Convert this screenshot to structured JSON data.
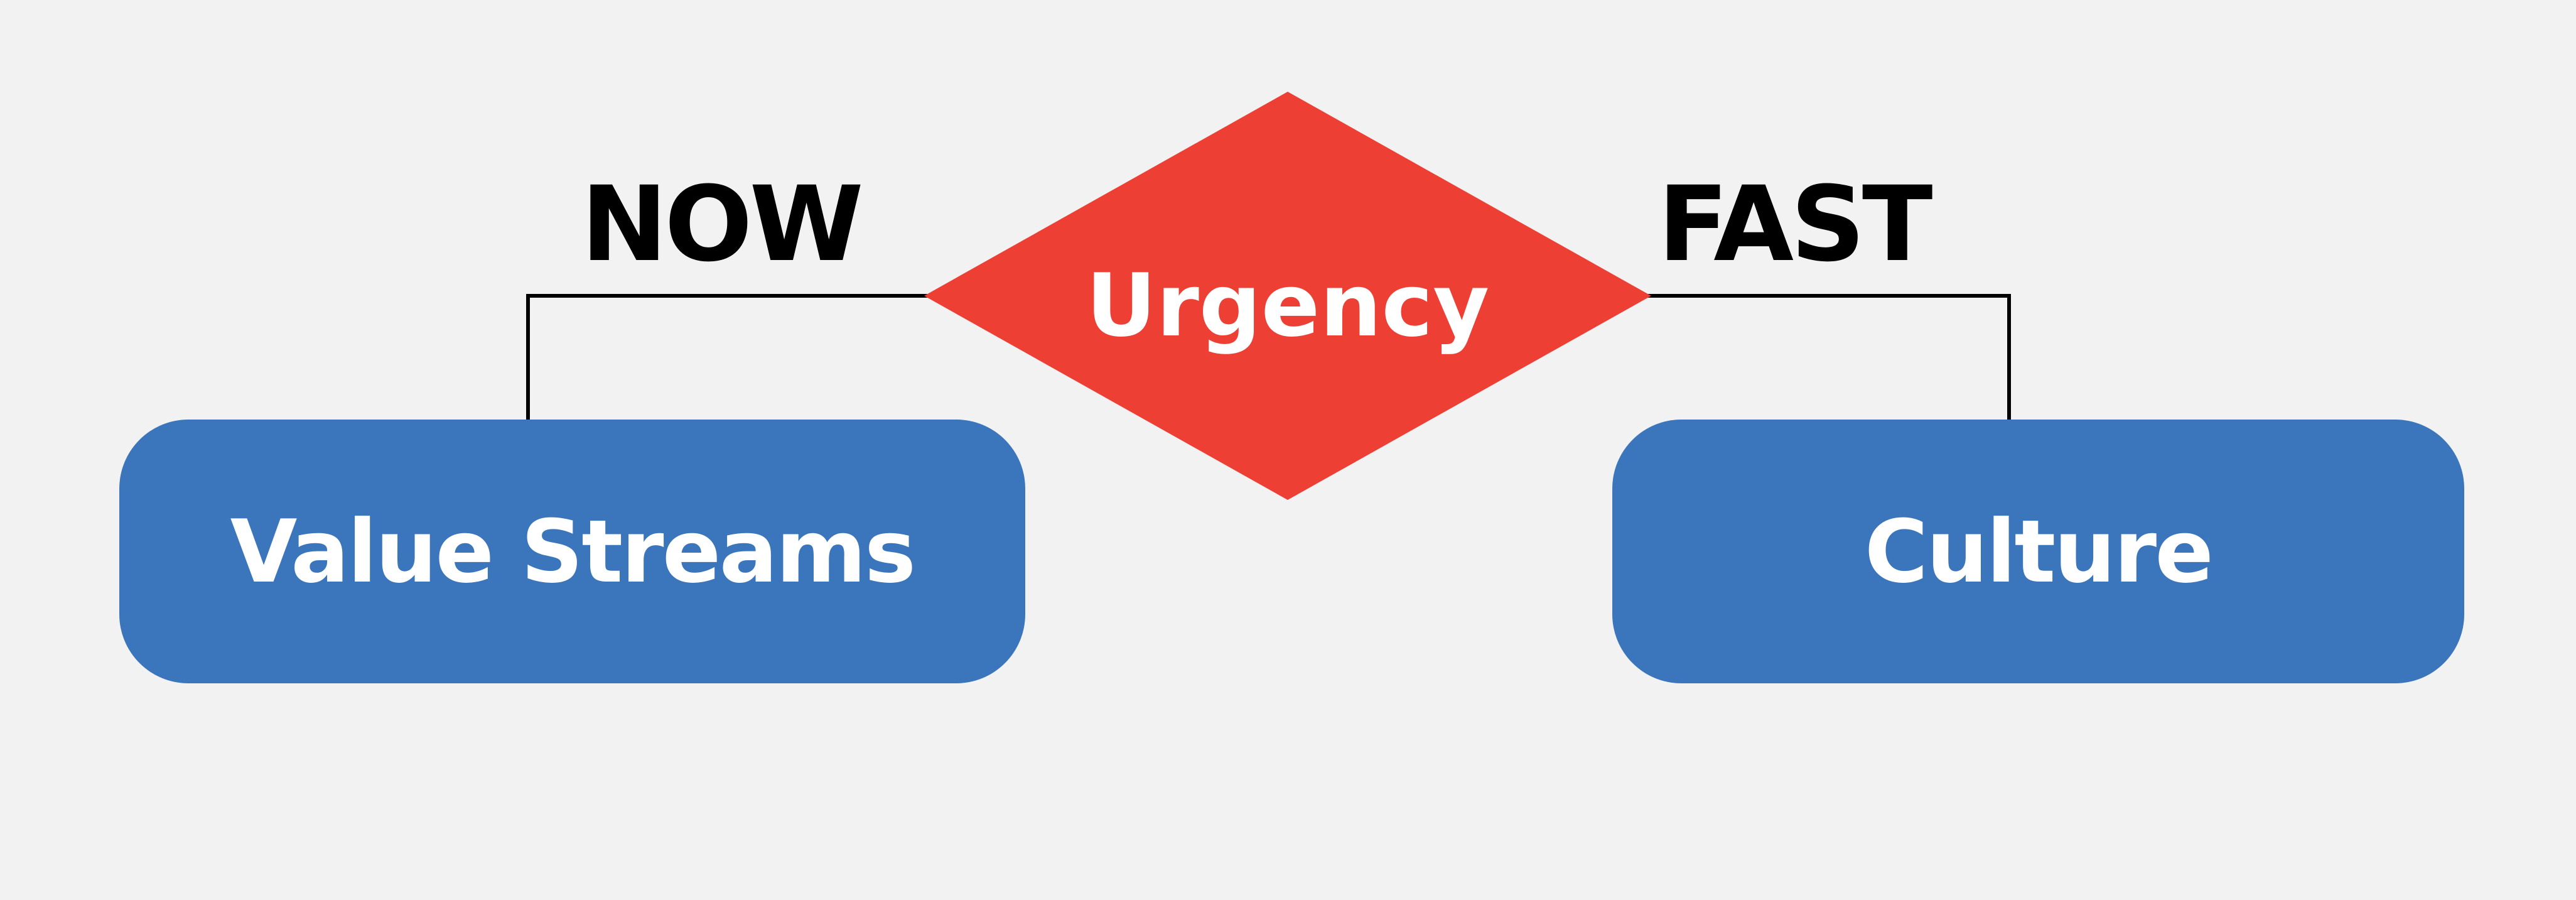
{
  "diagram": {
    "background_color": "#F2F2F2",
    "connector_color": "#000000",
    "decision": {
      "label": "Urgency",
      "shape": "diamond",
      "fill": "#EE3F35",
      "text_color": "#FFFFFF"
    },
    "branches": [
      {
        "label": "NOW",
        "side": "left",
        "target": "Value Streams"
      },
      {
        "label": "FAST",
        "side": "right",
        "target": "Culture"
      }
    ],
    "nodes": [
      {
        "label": "Value Streams",
        "shape": "rounded-rectangle",
        "fill": "#3B76BC",
        "text_color": "#FFFFFF"
      },
      {
        "label": "Culture",
        "shape": "rounded-rectangle",
        "fill": "#3B76BC",
        "text_color": "#FFFFFF"
      }
    ]
  }
}
